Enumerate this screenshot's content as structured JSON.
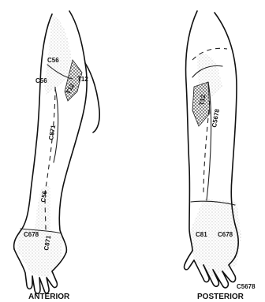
{
  "figure": {
    "captions": {
      "anterior": "ANTERIOR",
      "posterior": "POSTERIOR"
    },
    "anterior_labels": {
      "c56_top": "C56",
      "c56_mid": "C56",
      "t12": "T12",
      "t12_box": "T12",
      "c871": "C871",
      "c56_forearm": "C56",
      "c678_hand": "C678",
      "c871_hand": "C871"
    },
    "posterior_labels": {
      "t12": "T12",
      "c5678": "C5678",
      "c81": "C81",
      "c678": "C678",
      "c5678_finger": "C5678"
    },
    "colors": {
      "ink": "#111111",
      "stipple": "#9a9a9a",
      "background": "#ffffff"
    }
  }
}
